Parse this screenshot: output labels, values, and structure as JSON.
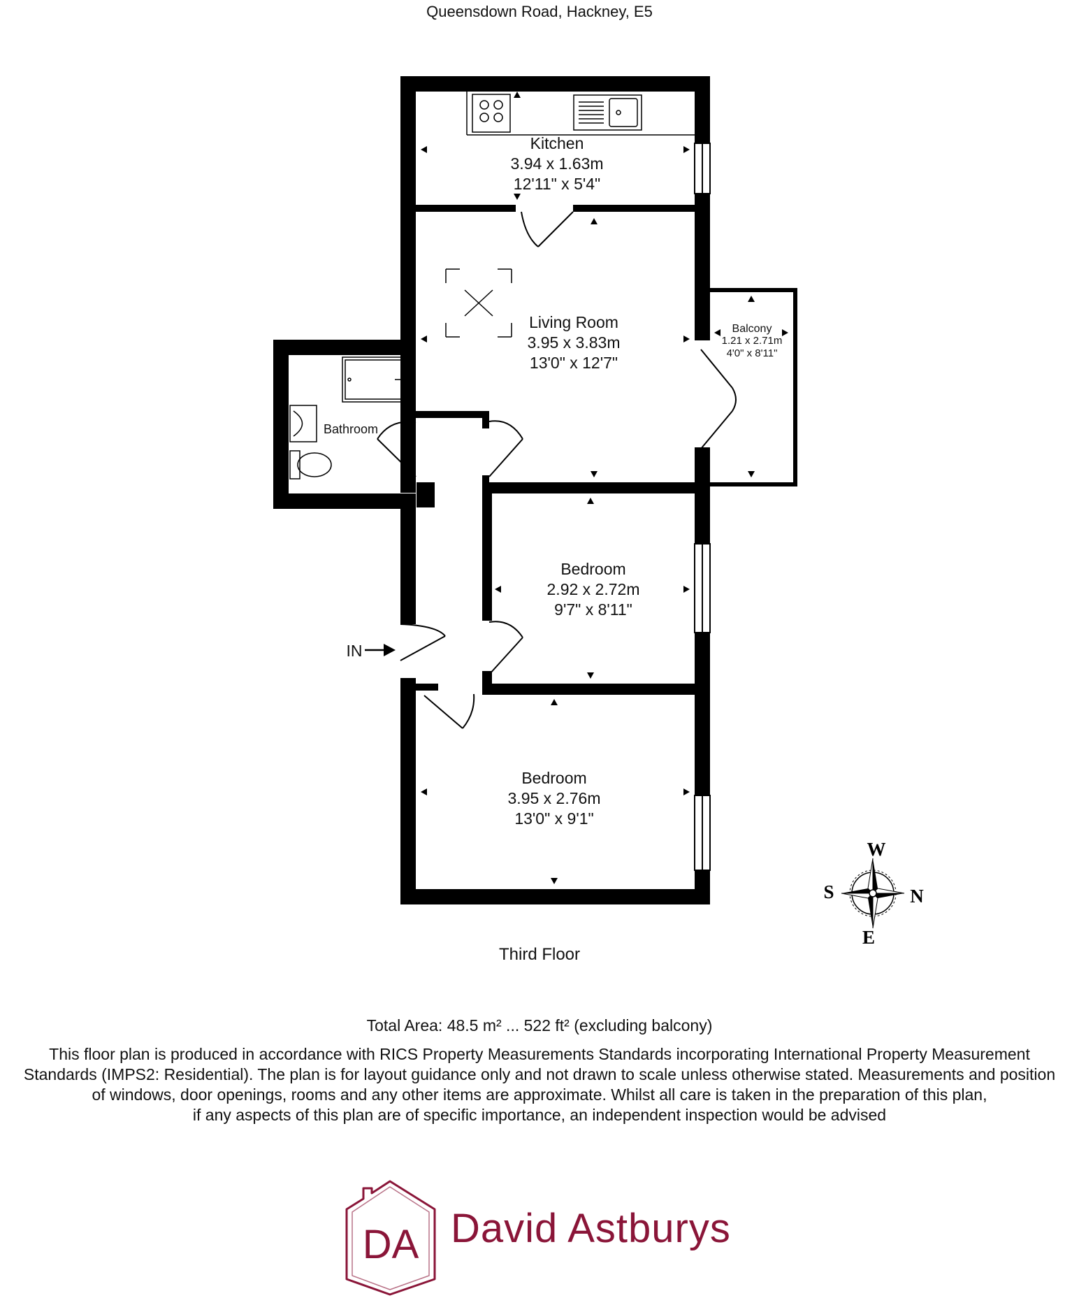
{
  "header": {
    "title": "Queensdown Road, Hackney, E5"
  },
  "rooms": [
    {
      "name": "Kitchen",
      "metric": "3.94 x 1.63m",
      "imperial": "12'11\" x 5'4\""
    },
    {
      "name": "Living Room",
      "metric": "3.95 x 3.83m",
      "imperial": "13'0\" x 12'7\""
    },
    {
      "name": "Balcony",
      "metric": "1.21 x 2.71m",
      "imperial": "4'0\" x 8'11\""
    },
    {
      "name": "Bathroom"
    },
    {
      "name": "Bedroom",
      "metric": "2.92 x 2.72m",
      "imperial": "9'7\" x 8'11\""
    },
    {
      "name": "Bedroom",
      "metric": "3.95 x 2.76m",
      "imperial": "13'0\" x 9'1\""
    }
  ],
  "entrance_label": "IN",
  "compass": {
    "top": "W",
    "right": "N",
    "bottom": "E",
    "left": "S"
  },
  "floor_label": "Third Floor",
  "total_area": "Total Area: 48.5 m² ... 522 ft² (excluding balcony)",
  "disclaimer": [
    "This floor plan is produced in accordance with RICS Property Measurements Standards incorporating International Property Measurement",
    "Standards (IMPS2: Residential). The plan is for layout guidance only and not drawn to scale unless otherwise stated. Measurements and position",
    "of windows, door openings, rooms and any other items are approximate. Whilst all care is taken in the preparation of this plan,",
    "if any aspects of this plan are of specific importance, an independent inspection would be advised"
  ],
  "brand": {
    "monogram": "DA",
    "name": "David Astburys",
    "color": "#8a1538"
  }
}
